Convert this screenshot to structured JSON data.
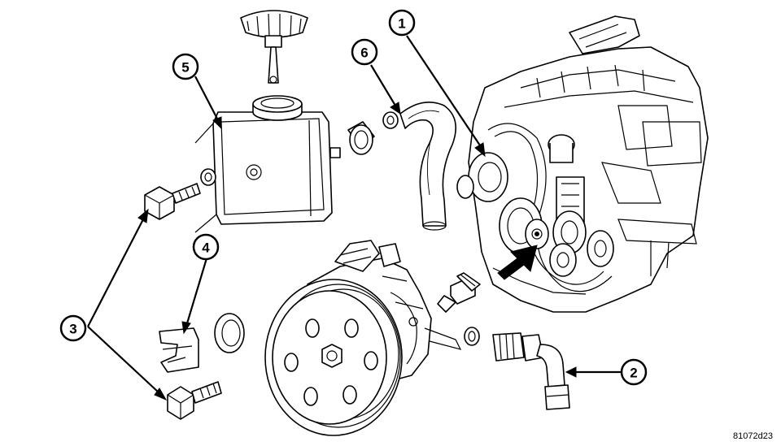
{
  "callouts": [
    {
      "label": "1",
      "part": "engine"
    },
    {
      "label": "2",
      "part": "pressure-line-fitting"
    },
    {
      "label": "3",
      "part": "mounting-bolts"
    },
    {
      "label": "4",
      "part": "retaining-clip"
    },
    {
      "label": "5",
      "part": "fluid-reservoir"
    },
    {
      "label": "6",
      "part": "return-hose"
    }
  ],
  "figure_code": "81072d23"
}
